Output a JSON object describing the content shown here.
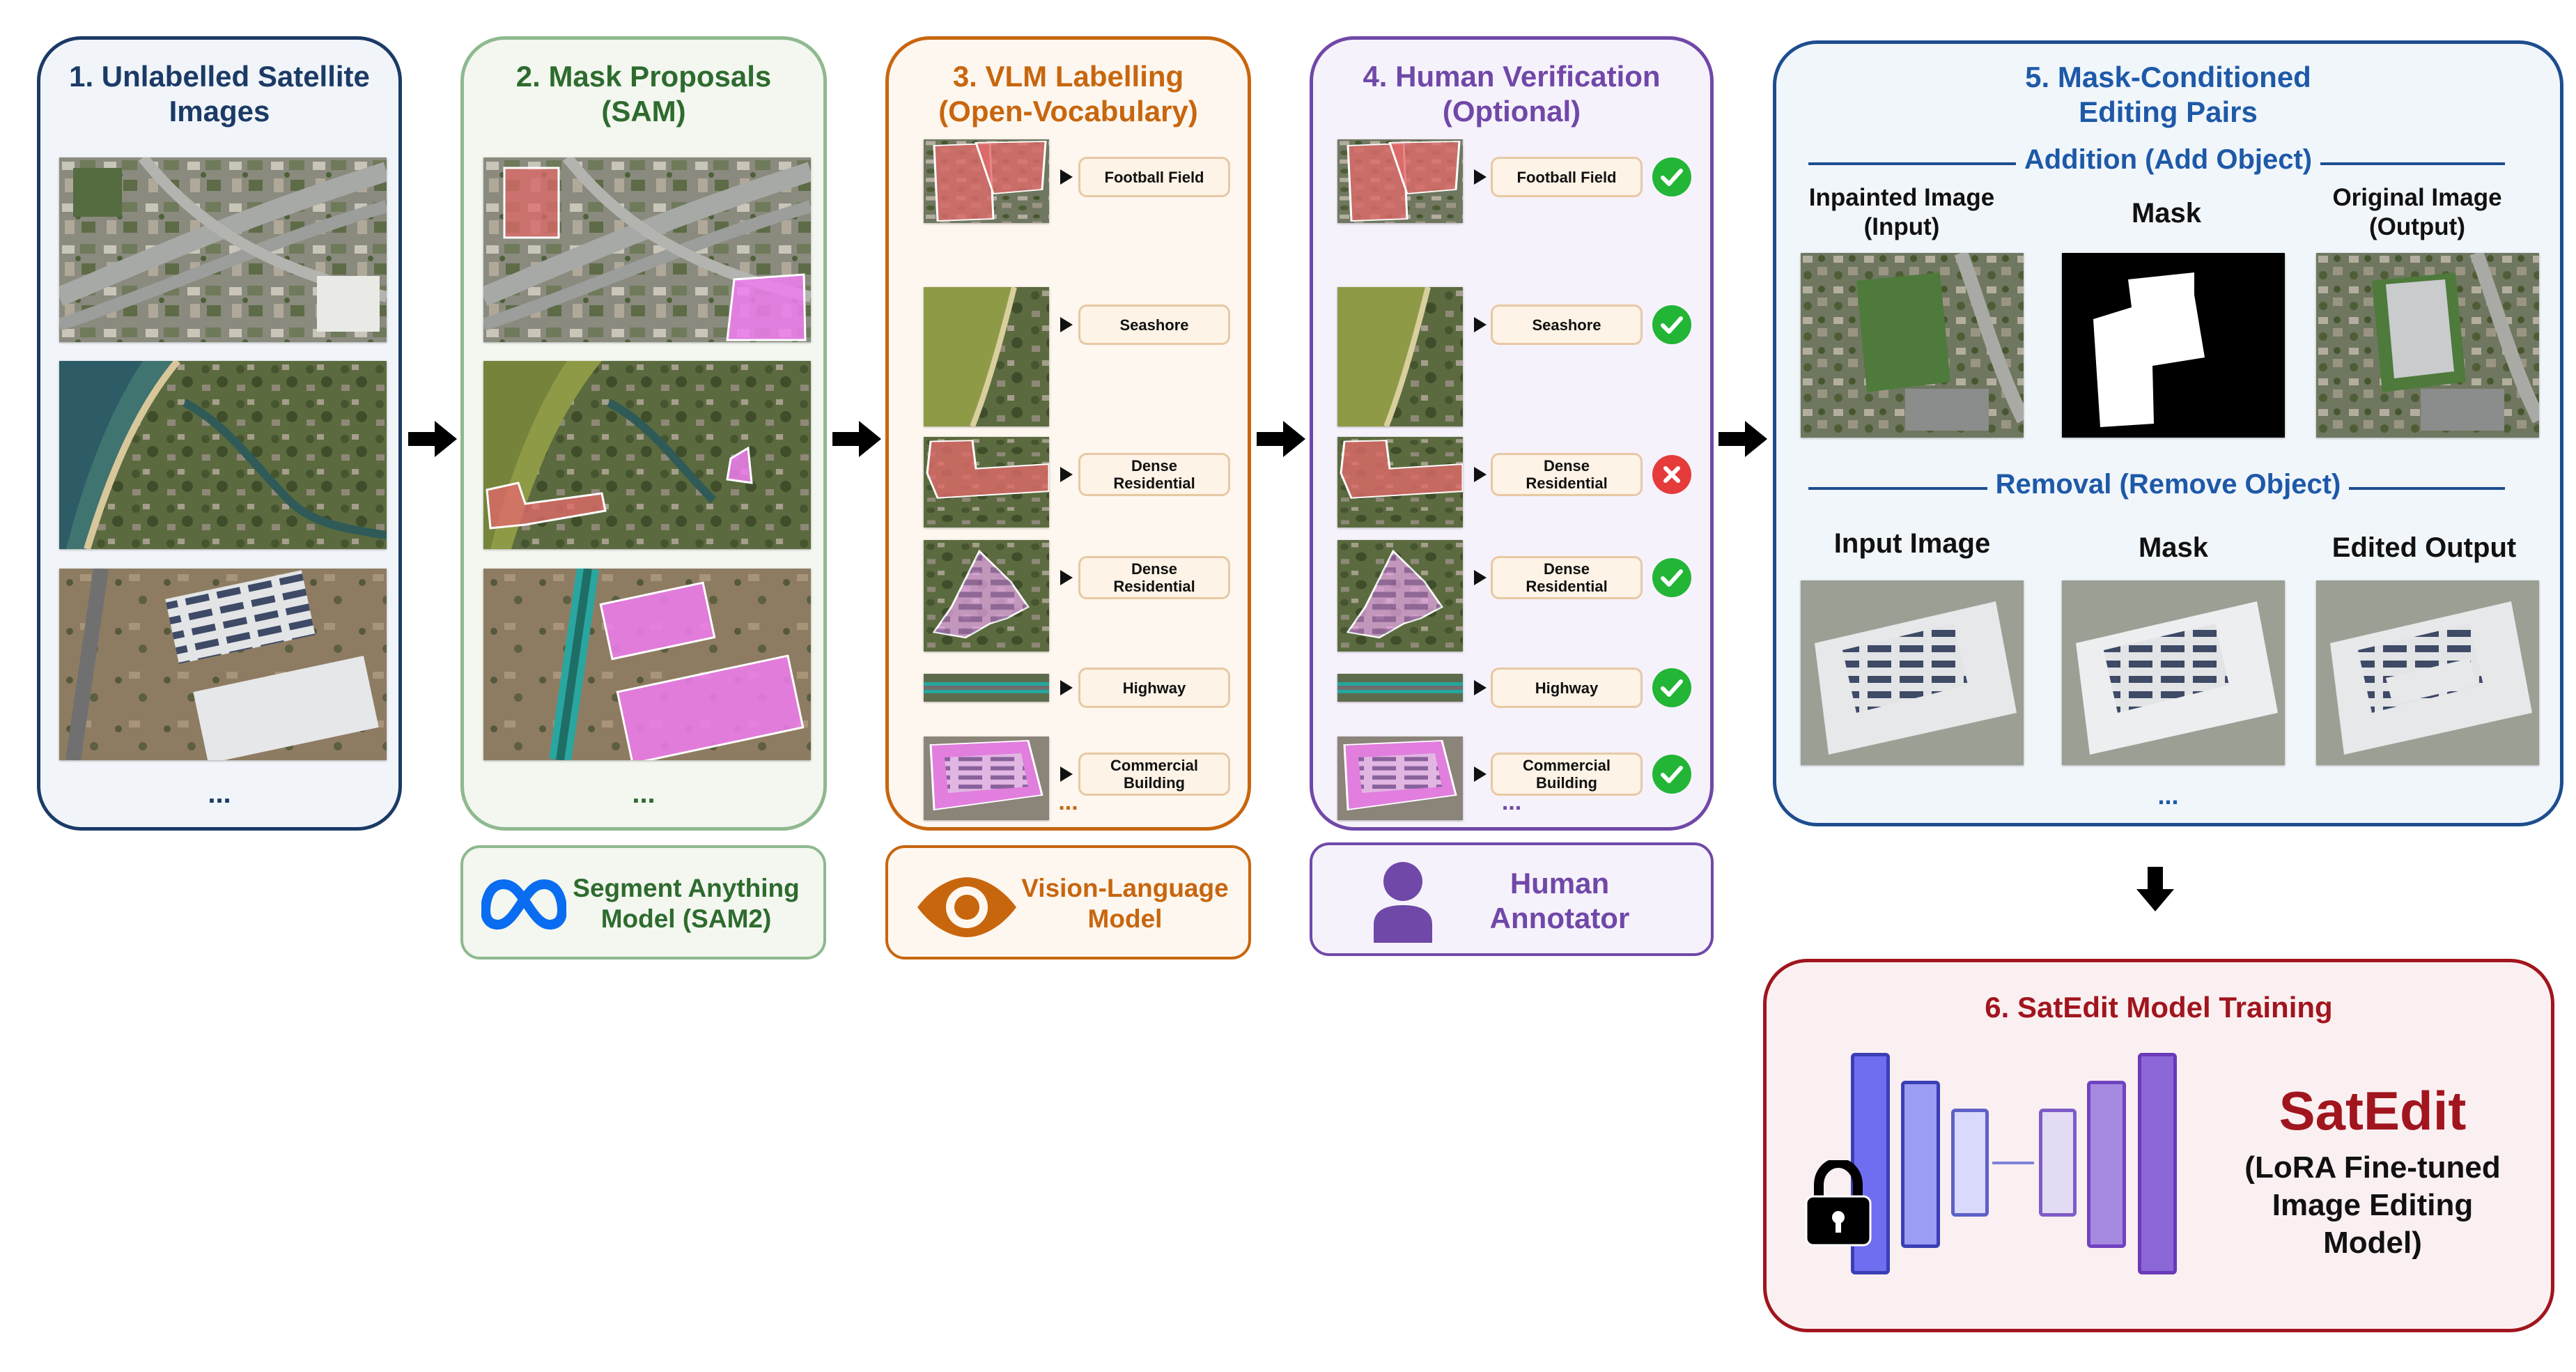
{
  "panels": {
    "p1": {
      "title": "1. Unlabelled Satellite\nImages",
      "ellipsis": "..."
    },
    "p2": {
      "title": "2. Mask Proposals\n(SAM)",
      "ellipsis": "...",
      "footer": "Segment Anything\nModel (SAM2)"
    },
    "p3": {
      "title": "3. VLM Labelling\n(Open-Vocabulary)",
      "ellipsis": "...",
      "footer": "Vision-Language\nModel",
      "labels": [
        "Football Field",
        "Seashore",
        "Dense\nResidential",
        "Dense\nResidential",
        "Highway",
        "Commercial\nBuilding"
      ]
    },
    "p4": {
      "title": "4. Human Verification\n(Optional)",
      "ellipsis": "...",
      "footer": "Human\nAnnotator",
      "labels": [
        "Football Field",
        "Seashore",
        "Dense\nResidential",
        "Dense\nResidential",
        "Highway",
        "Commercial\nBuilding"
      ],
      "verdicts": [
        "accept",
        "accept",
        "reject",
        "accept",
        "accept",
        "accept"
      ]
    },
    "p5": {
      "title": "5. Mask-Conditioned\nEditing Pairs",
      "ellipsis": "...",
      "addition": {
        "title": "Addition (Add Object)",
        "cols": [
          "Inpainted Image\n(Input)",
          "Mask",
          "Original Image\n(Output)"
        ]
      },
      "removal": {
        "title": "Removal (Remove Object)",
        "cols": [
          "Input Image",
          "Mask",
          "Edited Output"
        ]
      }
    },
    "p6": {
      "title": "6. SatEdit Model Training",
      "name": "SatEdit",
      "desc": "(LoRA Fine-tuned\nImage Editing\nModel)"
    }
  },
  "icons": {
    "meta": "meta-infinity-icon",
    "eye": "eye-icon",
    "person": "person-icon",
    "lock": "lock-icon",
    "check": "check-icon",
    "cross": "cross-icon",
    "arrow": "arrow-icon"
  },
  "colors": {
    "p1": "#1b3a66",
    "p2": "#2e6b2e",
    "p3": "#c8660e",
    "p4": "#7048a8",
    "p5": "#1e4d8f",
    "p6": "#a1151e",
    "mask_red": "#e06a6a",
    "mask_pink": "#f07cf0",
    "accept": "#22b536",
    "reject": "#e53b3b"
  }
}
